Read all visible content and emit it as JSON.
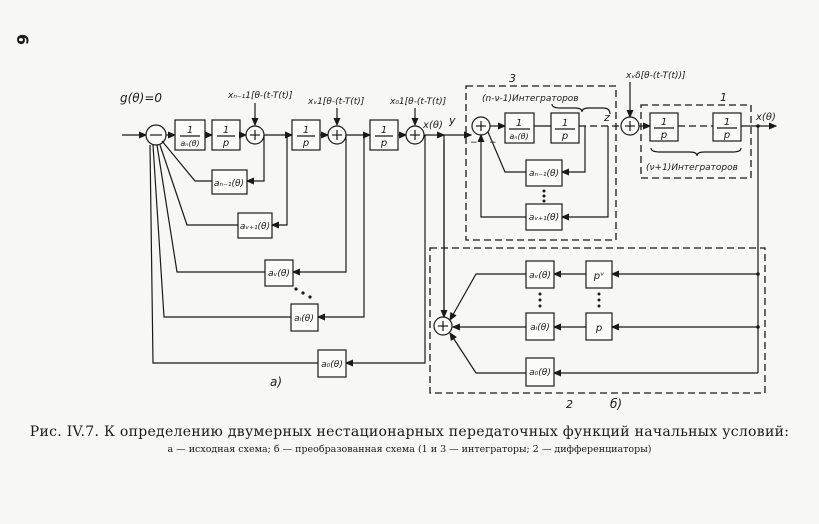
{
  "page_number": "6",
  "figure": {
    "caption_title": "Рис. IV.7. К определению двумерных нестационарных передаточных функций начальных условий:",
    "caption_sub": "а — исходная схема; б — преобразованная схема (1 и 3 — интеграторы; 2 — дифференциаторы)"
  },
  "schema_a": {
    "label": "а)",
    "input_label": "g(θ)=0",
    "blocks": {
      "inv_an": "1/aₙ(θ)",
      "int1": "1/p",
      "int2": "1/p",
      "int3": "1/p",
      "fb_an1": "aₙ₋₁(θ)",
      "fb_anu1": "aᵥ₊₁(θ)",
      "fb_anu": "aᵥ(θ)",
      "fb_ai": "aᵢ(θ)",
      "fb_a0": "a₀(θ)"
    },
    "frac_num": "1",
    "frac_den_an": "aₙ(θ)",
    "frac_den_p": "p",
    "inputs": [
      "xₙ₋₁1[θ-(t-T(t)]",
      "xᵥ1[θ-(t-T(t)]",
      "x₀1[θ-(t-T(t)]"
    ],
    "output_label": "x(θ)",
    "sum_minus": "−"
  },
  "schema_b": {
    "label": "б)",
    "y_label": "y",
    "z_label": "z",
    "group3_number": "3",
    "group3_title": "(n-ν-1)Интеграторов",
    "group1_number": "1",
    "group1_title": "(ν+1)Интеграторов",
    "group2_number": "2",
    "delta_input": "xᵥδ[θ-(t-T(t))]",
    "output_label": "x(θ)",
    "blocks": {
      "inv_an": "aₙ(θ)",
      "int_a": "p",
      "int_b1": "p",
      "int_b2": "p",
      "fb_an1": "aₙ₋₁(θ)",
      "fb_anu1": "aᵥ₊₁(θ)",
      "diff_anu": "aᵥ(θ)",
      "diff_ai": "aᵢ(θ)",
      "diff_a0": "a₀(θ)",
      "diff_pnu": "pᵛ",
      "diff_p": "p"
    },
    "frac_num": "1"
  }
}
